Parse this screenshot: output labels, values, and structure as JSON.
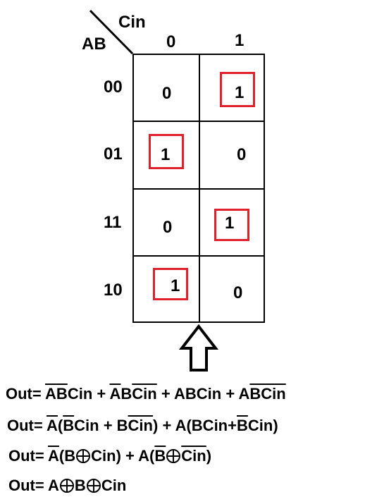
{
  "kmap": {
    "col_var": "Cin",
    "row_var": "AB",
    "col_headers": [
      "0",
      "1"
    ],
    "row_headers": [
      "00",
      "01",
      "11",
      "10"
    ],
    "cells": [
      [
        "0",
        "1"
      ],
      [
        "1",
        "0"
      ],
      [
        "0",
        "1"
      ],
      [
        "1",
        "0"
      ]
    ],
    "highlight_color": "#e0202a"
  },
  "equations": {
    "line1": [
      "Out= ",
      "A",
      "B",
      "Cin + ",
      "A",
      "B",
      "Cin",
      " + ABCin + A",
      "BCin"
    ],
    "line2": [
      "Out= ",
      "A",
      "(",
      "B",
      "Cin + B",
      "Cin",
      ") + A(BCin+",
      "B",
      "Cin",
      ")"
    ],
    "line3": [
      "Out= ",
      "A",
      "(B",
      "Cin) + A(",
      "B",
      "Cin",
      ")"
    ],
    "line4": [
      "Out= A",
      "B",
      "Cin"
    ],
    "xor_icon": "circled-plus"
  }
}
